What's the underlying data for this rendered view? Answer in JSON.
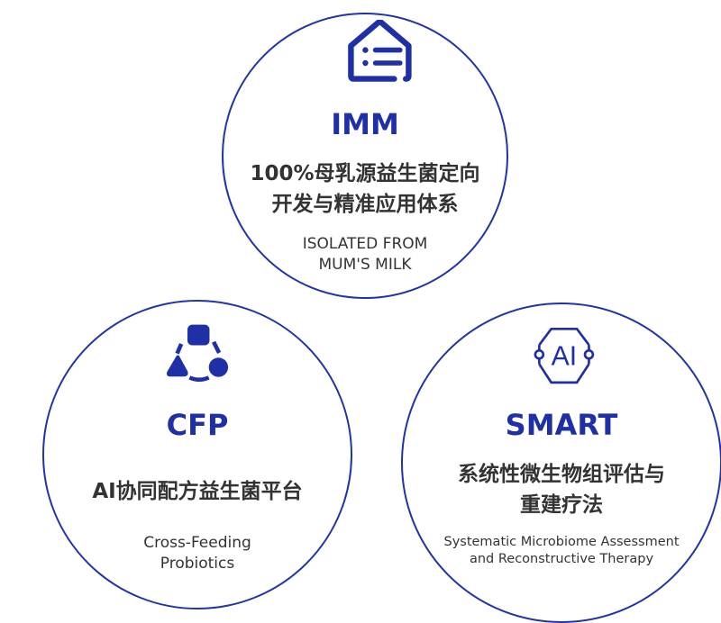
{
  "accent": "#1f2fa6",
  "cards": [
    {
      "icon": "house-list-icon",
      "title": "IMM",
      "zh": [
        "100%母乳源益生菌定向",
        "开发与精准应用体系"
      ],
      "en": [
        "ISOLATED FROM",
        "MUM'S MILK"
      ]
    },
    {
      "icon": "cycle-shapes-icon",
      "title": "CFP",
      "zh": [
        "AI协同配方益生菌平台"
      ],
      "en": [
        "Cross-Feeding",
        "Probiotics"
      ]
    },
    {
      "icon": "ai-chip-icon",
      "title": "SMART",
      "zh": [
        "系统性微生物组评估与",
        "重建疗法"
      ],
      "en": [
        "Systematic Microbiome Assessment",
        "and Reconstructive Therapy"
      ]
    }
  ]
}
